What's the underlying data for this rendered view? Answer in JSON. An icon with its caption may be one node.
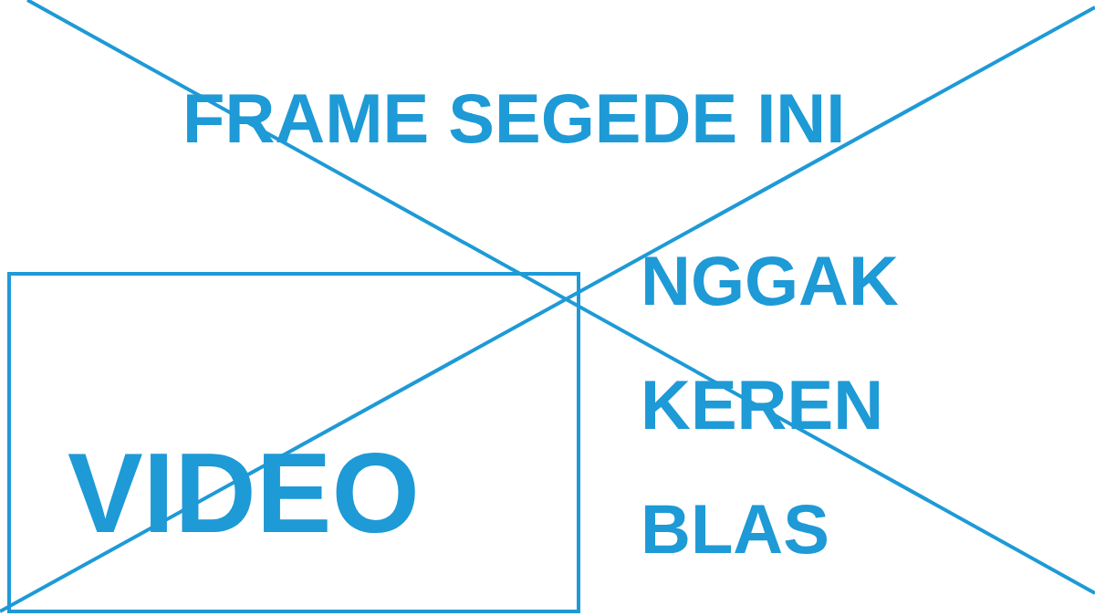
{
  "diagram": {
    "title": "FRAME SEGEDE INI",
    "nodes": [
      {
        "text": [
          "VIDEO"
        ]
      }
    ],
    "edges": [],
    "labels": [
      "NGGAK KEREN BLAS"
    ]
  }
}
